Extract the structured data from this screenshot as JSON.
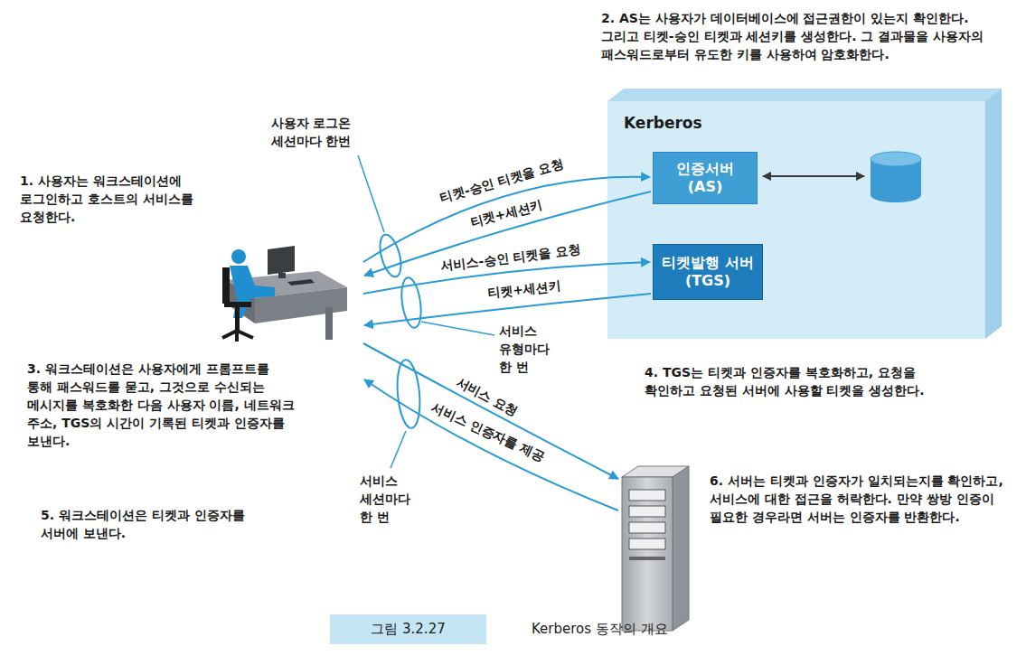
{
  "diagram": {
    "caption": "Kerberos 동작의 개요",
    "nodes": [
      {
        "text": [
          "Kerberos"
        ]
      },
      {
        "text": [
          "인증서버 (AS)"
        ],
        "in": 0
      },
      {
        "text": [
          "티켓발행 서버(TGS)"
        ],
        "in": 0
      },
      {
        "text": [
          "그림 3.2.27"
        ]
      }
    ],
    "labels": [
      "2. AS는 사용자가 데이터베이스에 접근권한이 있는지 확인한다. 그리고 티켓-승인 티켓과 세션키를 생성한다. 그 결과물을 사용자의 패스워드로부터 유도한 키를 사용하여 암호화한다.",
      "사용자 로그온 세션마다 한번",
      "1. 사용자는 워크스테이션에 로그인하고 호스트의 서비스를 요청한다.",
      "티켓-승인 티켓을 요청",
      "티켓+세션키",
      "서비스-승인 티켓을 요청",
      "티켓+세션키",
      "서비스 유형마다 한 번",
      "3. 워크스테이션은 사용자에게 프롬프트를 통해 패스워드를 묻고, 그것으로 수신되는 메시지를 복호화한 다음 사용자 이름, 네트워크 주소, TGS의 시간이 기록된 티켓과 인증자를 보낸다.",
      "4. TGS는 티켓과 인증자를 복호화하고, 요청을 확인하고 요청된 서버에 사용할 티켓을 생성한다.",
      "서비스 요청",
      "서비스 인증자를 제공",
      "서비스 세션마다 한 번",
      "5. 워크스테이션은 티켓과 인증자를 서버에 보낸다.",
      "6. 서버는 티켓과 인증자가 일치되는지를 확인하고, 서비스에 대한 접근을 허락한다. 만약 쌍방 인증이 필요한 경우라면 서버는 인증자를 반환한다."
    ]
  }
}
